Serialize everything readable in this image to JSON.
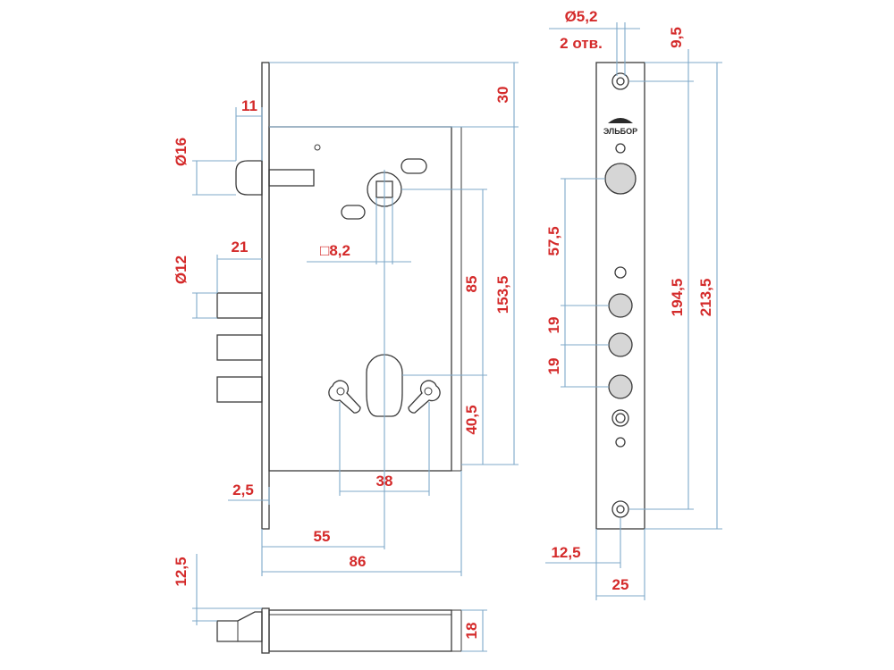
{
  "diagram": {
    "brand_logo": "ЭЛЬБОР",
    "labels": {
      "d16": "Ø16",
      "w11": "11",
      "d12": "Ø12",
      "w21": "21",
      "sq82": "□8,2",
      "h85": "85",
      "h153": "153,5",
      "h30": "30",
      "h405": "40,5",
      "w38": "38",
      "w25_small": "2,5",
      "w55": "55",
      "w86": "86",
      "h125": "12,5",
      "h18": "18",
      "d52": "Ø5,2",
      "holes2": "2 отв.",
      "h95": "9,5",
      "h575": "57,5",
      "h19a": "19",
      "h19b": "19",
      "h1945": "194,5",
      "h2135": "213,5",
      "w125": "12,5",
      "w25": "25"
    }
  }
}
